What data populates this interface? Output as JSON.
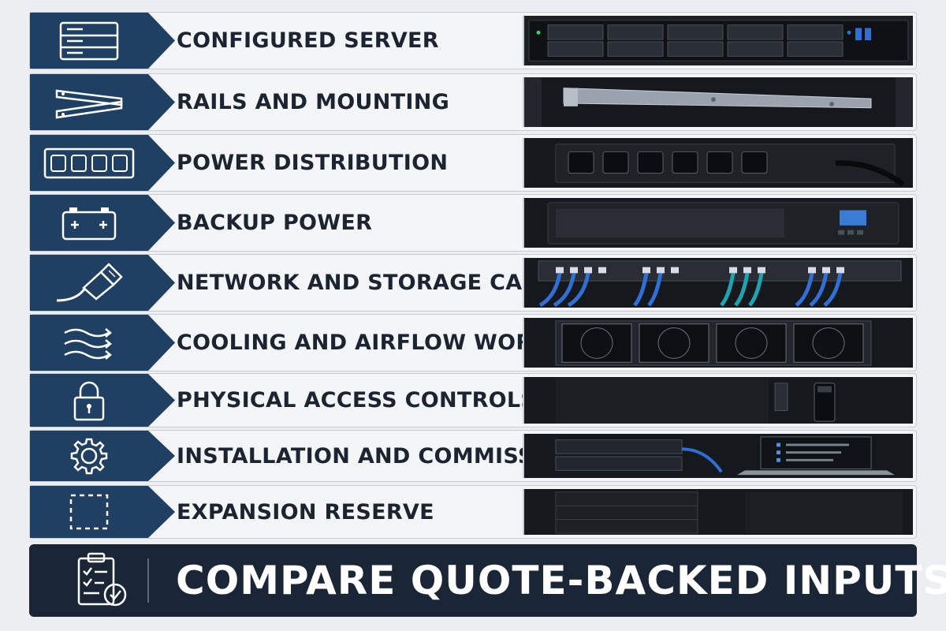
{
  "rows": [
    {
      "label": "CONFIGURED SERVER",
      "icon": "server-icon"
    },
    {
      "label": "RAILS AND MOUNTING",
      "icon": "rails-icon"
    },
    {
      "label": "POWER DISTRIBUTION",
      "icon": "power-strip-icon"
    },
    {
      "label": "BACKUP POWER",
      "icon": "battery-icon"
    },
    {
      "label": "NETWORK AND STORAGE CABLING",
      "icon": "network-cable-icon"
    },
    {
      "label": "COOLING AND AIRFLOW WORK",
      "icon": "airflow-icon"
    },
    {
      "label": "PHYSICAL ACCESS CONTROLS",
      "icon": "padlock-icon"
    },
    {
      "label": "INSTALLATION AND COMMISSIONING",
      "icon": "gear-icon"
    },
    {
      "label": "EXPANSION RESERVE",
      "icon": "dashed-box-icon"
    }
  ],
  "cta": {
    "label": "COMPARE QUOTE-BACKED INPUTS",
    "icon": "clipboard-check-icon"
  },
  "colors": {
    "badge": "#1f3f63",
    "cta_bg": "#1a2635",
    "text": "#1b2430",
    "accent_cable": "#2f6fd6",
    "accent_teal": "#1fa3b0"
  }
}
